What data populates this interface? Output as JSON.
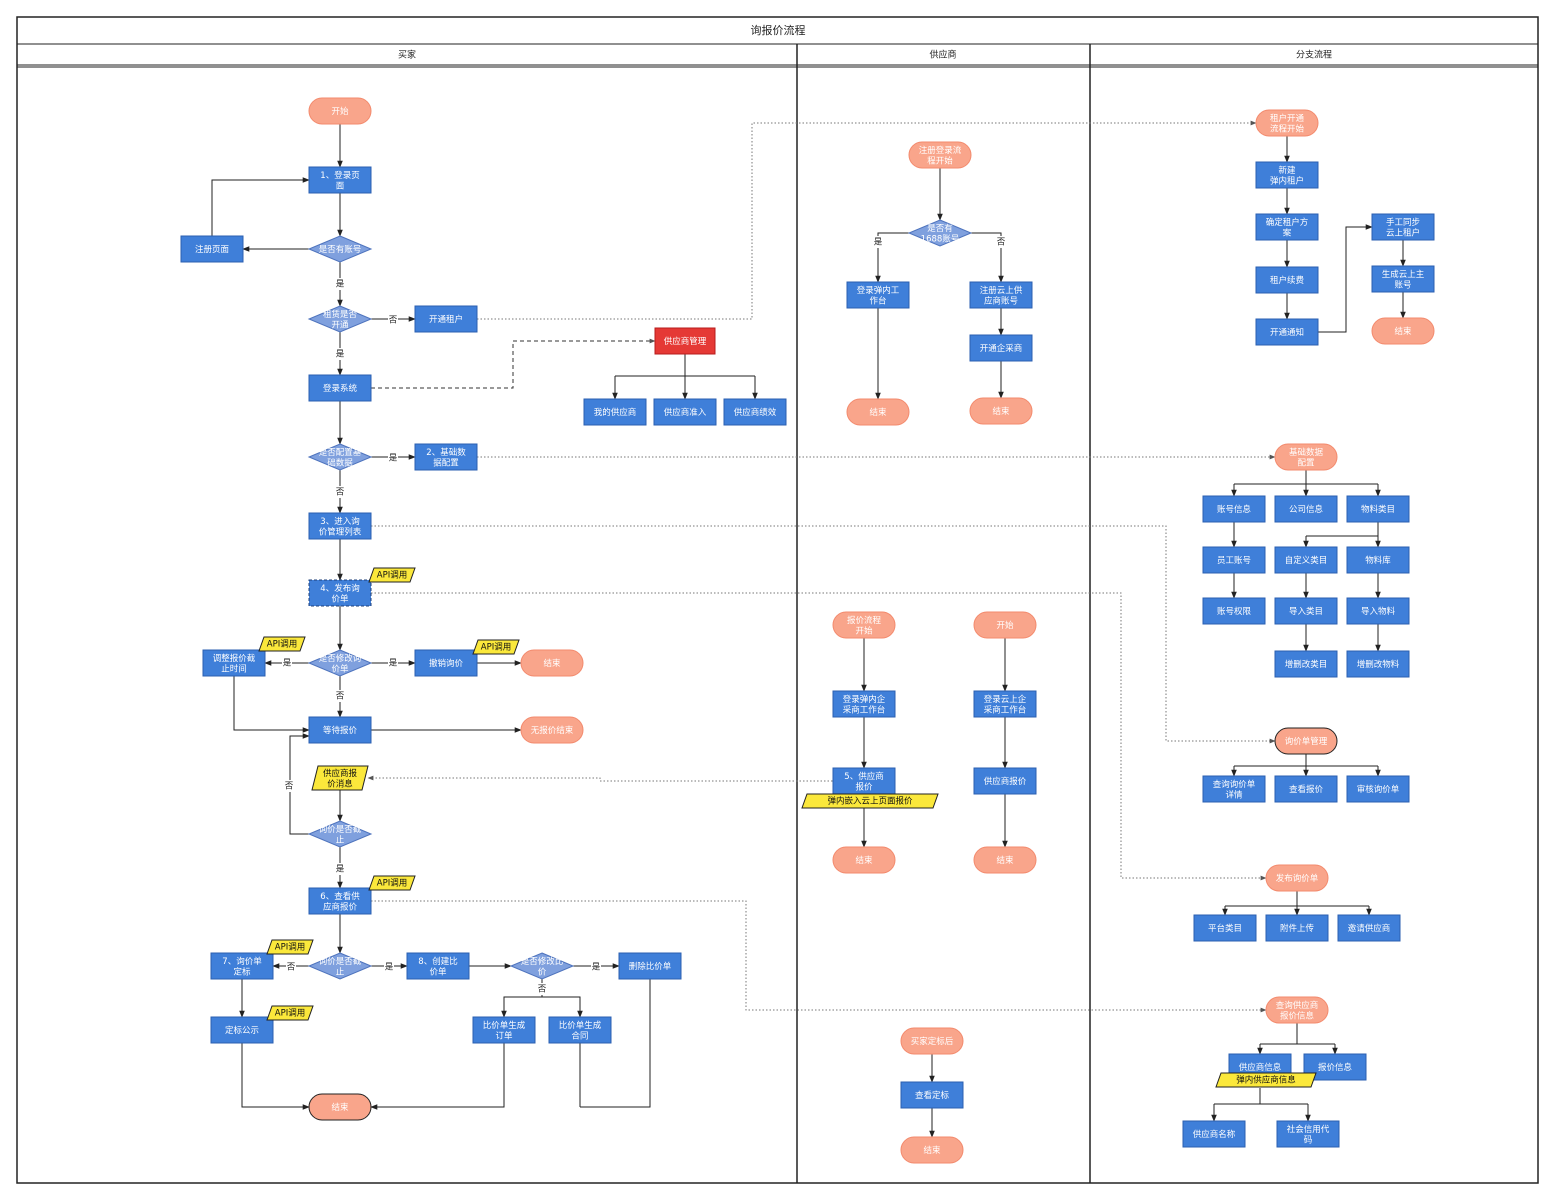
{
  "title": "询报价流程",
  "lanes": {
    "buyer": "买家",
    "supplier": "供应商",
    "branch": "分支流程"
  },
  "edge_labels": {
    "yes": "是",
    "no": "否"
  },
  "colors": {
    "process": "#3f7fd9",
    "terminal": "#f9a58b",
    "decision": "#7fa0de",
    "api_tag": "#fbe83b",
    "highlight": "#e53935"
  },
  "nodes": {
    "b_start": "开始",
    "b_login_page": [
      "1、登录页",
      "面"
    ],
    "b_register_page": "注册页面",
    "b_has_account": "是否有账号",
    "b_tenant_open": [
      "租赁是否",
      "开通"
    ],
    "b_open_tenant": "开通租户",
    "b_login_system": "登录系统",
    "b_supplier_mgmt": "供应商管理",
    "b_my_suppliers": "我的供应商",
    "b_supplier_access": "供应商准入",
    "b_supplier_perf": "供应商绩效",
    "b_basic_configured": [
      "是否配置基",
      "础数据"
    ],
    "b_basic_config": [
      "2、基础数",
      "据配置"
    ],
    "b_enter_inquiry_list": [
      "3、进入询",
      "价管理列表"
    ],
    "b_publish_inquiry": [
      "4、发布询",
      "价单"
    ],
    "b_adjust_deadline": [
      "调整报价截",
      "止时间"
    ],
    "b_modify_inquiry": [
      "是否修改询",
      "价单"
    ],
    "b_cancel_inquiry": "撤销询价",
    "b_end_1": "结束",
    "b_wait_quote": "等待报价",
    "b_no_quote_end": "无报价结束",
    "b_supplier_quote_msg": [
      "供应商报",
      "价消息"
    ],
    "b_inquiry_ended": [
      "询价是否截",
      "止"
    ],
    "b_view_quotes": [
      "6、查看供",
      "应商报价"
    ],
    "b_award": [
      "7、询价单",
      "定标"
    ],
    "b_inquiry_ended_2": [
      "询价是否截",
      "止"
    ],
    "b_create_compare": [
      "8、创建比",
      "价单"
    ],
    "b_modify_compare": [
      "是否修改比",
      "价"
    ],
    "b_delete_compare": "删除比价单",
    "b_award_publicity": "定标公示",
    "b_compare_order": [
      "比价单生成",
      "订单"
    ],
    "b_compare_contract": [
      "比价单生成",
      "合同"
    ],
    "b_end_final": "结束",
    "s_reg_start": [
      "注册登录流",
      "程开始"
    ],
    "s_has_1688": [
      "是否有",
      "1688账号"
    ],
    "s_login_workbench": [
      "登录弹内工",
      "作台"
    ],
    "s_register_cloud": [
      "注册云上供",
      "应商账号"
    ],
    "s_open_procure": "开通企采商",
    "s_end_1": "结束",
    "s_end_2": "结束",
    "s_quote_start": [
      "报价流程",
      "开始"
    ],
    "s_start": "开始",
    "s_login_inner": [
      "登录弹内企",
      "采商工作台"
    ],
    "s_login_cloud": [
      "登录云上企",
      "采商工作台"
    ],
    "s_supplier_quote_5": [
      "5、供应商",
      "报价"
    ],
    "s_supplier_quote": "供应商报价",
    "s_end_3": "结束",
    "s_end_4": "结束",
    "s_buyer_awarded": "买家定标后",
    "s_view_award": "查看定标",
    "s_end_5": "结束",
    "r_tenant_start": [
      "租户开通",
      "流程开始"
    ],
    "r_new_tenant": [
      "新建",
      "弹内租户"
    ],
    "r_confirm_plan": [
      "确定租户方",
      "案"
    ],
    "r_tenant_renew": "租户续费",
    "r_open_notice": "开通通知",
    "r_manual_sync": [
      "手工同步",
      "云上租户"
    ],
    "r_gen_main_account": [
      "生成云上主",
      "账号"
    ],
    "r_end_1": "结束",
    "r_basic_config": [
      "基础数据",
      "配置"
    ],
    "r_account_info": "账号信息",
    "r_company_info": "公司信息",
    "r_material_cat": "物料类目",
    "r_employee_account": "员工账号",
    "r_custom_cat": "自定义类目",
    "r_material_lib": "物料库",
    "r_account_perm": "账号权限",
    "r_import_cat": "导入类目",
    "r_import_material": "导入物料",
    "r_crud_cat": "增删改类目",
    "r_crud_material": "增删改物料",
    "r_inquiry_mgmt": "询价单管理",
    "r_query_inquiry": [
      "查询询价单",
      "详情"
    ],
    "r_view_quote": "查看报价",
    "r_review_inquiry": "审核询价单",
    "r_publish_inquiry": "发布询价单",
    "r_platform_cat": "平台类目",
    "r_attach_upload": "附件上传",
    "r_invite_supplier": "邀请供应商",
    "r_query_supplier_quote": [
      "查询供应商",
      "报价信息"
    ],
    "r_supplier_info": "供应商信息",
    "r_quote_info": "报价信息",
    "r_supplier_name": "供应商名称",
    "r_credit_code": [
      "社会信用代",
      "码"
    ]
  },
  "tags": {
    "api": "API调用",
    "inner_embed": "弹内嵌入云上页面报价",
    "inner_supplier": "弹内供应商信息"
  }
}
